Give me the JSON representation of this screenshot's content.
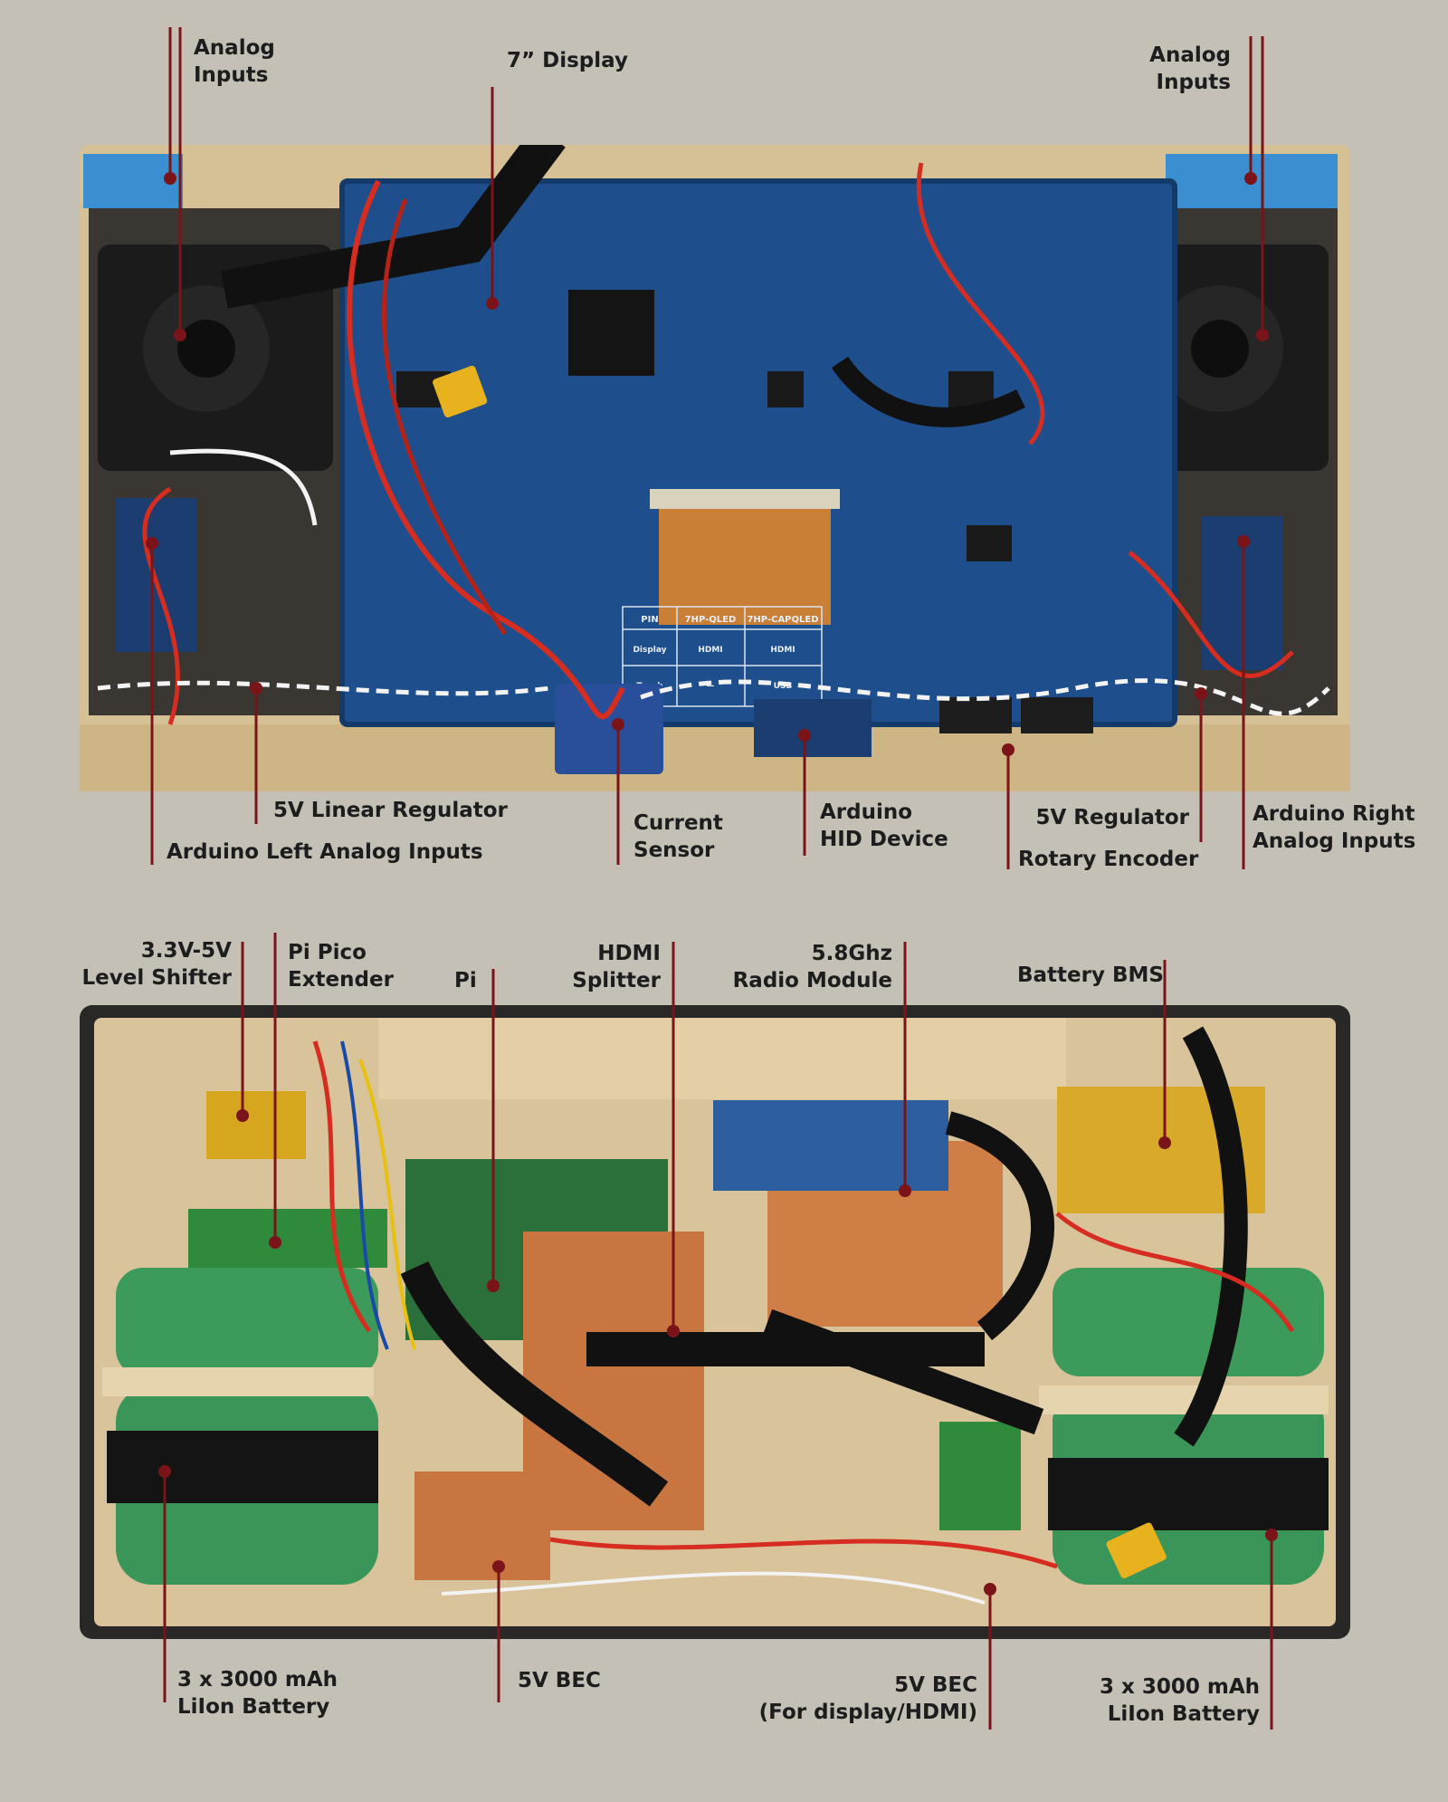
{
  "top": {
    "analog_inputs_left": [
      "Analog",
      "Inputs"
    ],
    "display": "7” Display",
    "analog_inputs_right": [
      "Analog",
      "Inputs"
    ],
    "linear_regulator": "5V Linear Regulator",
    "arduino_left": "Arduino Left Analog Inputs",
    "current_sensor": [
      "Current",
      "Sensor"
    ],
    "arduino_hid": [
      "Arduino",
      "HID Device"
    ],
    "regulator_5v": "5V Regulator",
    "rotary_encoder": "Rotary Encoder",
    "arduino_right": [
      "Arduino Right",
      "Analog Inputs"
    ],
    "board_table": {
      "headers": [
        "PIN",
        "7HP-QLED",
        "7HP-CAPQLED"
      ],
      "rows": [
        [
          "Display",
          "HDMI",
          "HDMI"
        ],
        [
          "Touch",
          "—",
          "USB"
        ]
      ]
    }
  },
  "bottom": {
    "level_shifter": [
      "3.3V-5V",
      "Level Shifter"
    ],
    "pico_extender": [
      "Pi Pico",
      "Extender"
    ],
    "pi": "Pi",
    "hdmi_splitter": [
      "HDMI",
      "Splitter"
    ],
    "radio_module": [
      "5.8Ghz",
      "Radio Module"
    ],
    "battery_bms": "Battery BMS",
    "battery_left": [
      "3 x 3000 mAh",
      "LiIon Battery"
    ],
    "bec": "5V BEC",
    "bec_display": [
      "5V BEC",
      "(For display/HDMI)"
    ],
    "battery_right": [
      "3 x 3000 mAh",
      "LiIon Battery"
    ]
  },
  "colors": {
    "background": "#c4c0b6",
    "leader_line": "#7a1418",
    "pcb_blue": "#1e4f8c",
    "wood": "#d8c39a",
    "copper": "#c8753f",
    "battery_green": "#3c9a5a"
  }
}
